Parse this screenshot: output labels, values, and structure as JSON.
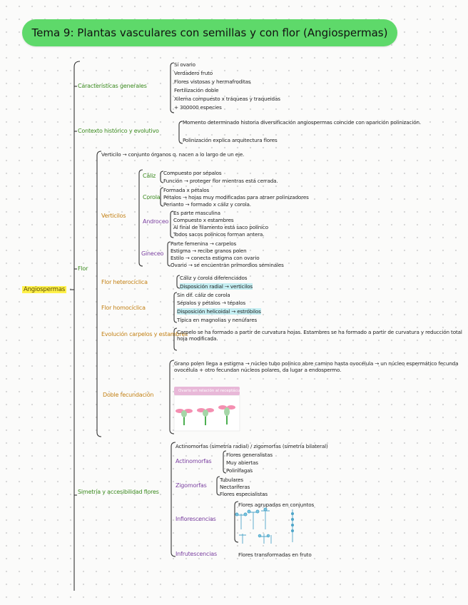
{
  "title": "Tema 9: Plantas vasculares con semillas y con flor (Angiospermas)",
  "root": "Angiospermas",
  "caracteristicas": {
    "label": "Características generales",
    "items": [
      "Sí ovario",
      "Verdadero fruto",
      "Flores vistosas y hermafroditas",
      "Fertilización doble",
      "Xilema compuesto x tráqueas y traqueidas",
      "+ 300000 especies"
    ]
  },
  "contexto": {
    "label": "Contexto histórico y evolutivo",
    "items": [
      "Momento determinado historia diversificación angiospermas coincide con aparición polinización.",
      "Polinización explica arquitectura flores"
    ]
  },
  "flor": {
    "label": "Flor",
    "verticilo_def": "Verticilo → conjunto órganos q. nacen a lo largo de un eje.",
    "verticilos": {
      "label": "Verticilos",
      "caliz": {
        "label": "Cáliz",
        "items": [
          "Compuesto por sépalos",
          "Función → proteger flor mientras está cerrada."
        ]
      },
      "corola": {
        "label": "Corola",
        "items": [
          "Formada x pétalos",
          "Pétalos → hojas muy modificadas para atraer polinizadores",
          "Perianto → formado x cáliz y corola."
        ]
      },
      "androceo": {
        "label": "Androceo",
        "items": [
          "Es parte masculina",
          "Compuesto x estambres",
          "Al final de filamento está saco polínico",
          "Todos sacos polínicos forman antera."
        ]
      },
      "gineceo": {
        "label": "Gineceo",
        "items": [
          "Parte femenina → carpelos",
          "Estigma → recibe granos polen",
          "Estilo → conecta estigma con ovario",
          "Ovario → se encuentran primordios seminales"
        ]
      }
    },
    "heterociclica": {
      "label": "Flor heterocíclica",
      "items": [
        "Cáliz y corola diferenciados",
        "Disposición radial → verticilos"
      ]
    },
    "homociclica": {
      "label": "Flor homocíclica",
      "items": [
        "Sin dif. cáliz de corola",
        "Sépalos y pétalos → tépalos",
        "Disposición helicoidal → estróbilos",
        "Típica en magnolias y nenúfares"
      ]
    },
    "evolucion": {
      "label": "Evolución carpelos y estambres",
      "text": "Carpelo se ha formado a partir de curvatura hojas. Estambres se ha formado a partir de curvatura y reducción total hoja modificada."
    },
    "fecundacion": {
      "label": "Doble fecundación",
      "text": "Grano polen llega a estigma → núcleo tubo polínico abre camino hasta ovocélula → un núcleo espermático fecunda ovocélula + otro fecundan núcleos polares, da lugar a endospermo.",
      "image_caption": "Ovario en relación al receptáculo"
    }
  },
  "simetria": {
    "label": "Simetría y accesibilidad flores",
    "intro": "Actinomorfas (simetría radial) / zigomorfas (simetría bilateral)",
    "actinomorfas": {
      "label": "Actinomorfas",
      "items": [
        "Flores generalistas",
        "Muy abiertas",
        "Polinífagas"
      ]
    },
    "zigomorfas": {
      "label": "Zigomorfas",
      "items": [
        "Tubulares",
        "Nectaríferas",
        "Flores especialistas"
      ]
    },
    "inflorescencias": {
      "label": "Inflorescencias",
      "text": "Flores agrupadas en conjuntos"
    },
    "infrutescencias": {
      "label": "Infrutescencias",
      "text": "Flores transformadas en fruto"
    }
  },
  "colors": {
    "title_bg": "#5ed96a",
    "root_highlight": "#fff14a",
    "green_label": "#3a8a1e",
    "orange_label": "#c27f12",
    "purple_label": "#7a3fa0"
  }
}
